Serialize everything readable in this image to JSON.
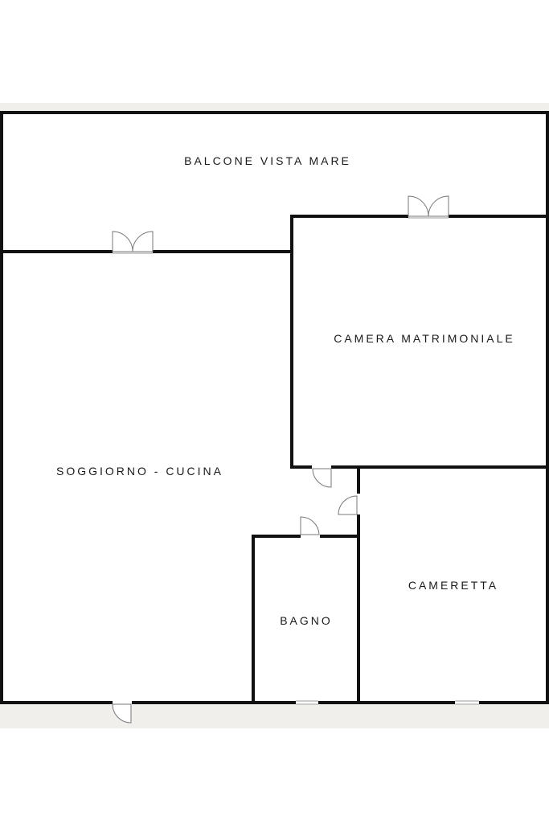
{
  "plan": {
    "rooms": {
      "balcony": "BALCONE VISTA MARE",
      "master_bedroom": "CAMERA MATRIMONIALE",
      "living_kitchen": "SOGGIORNO - CUCINA",
      "small_bedroom": "CAMERETTA",
      "bathroom": "BAGNO"
    },
    "colors": {
      "wall": "#111111",
      "background_band": "#f0efec",
      "interior": "#ffffff"
    }
  }
}
